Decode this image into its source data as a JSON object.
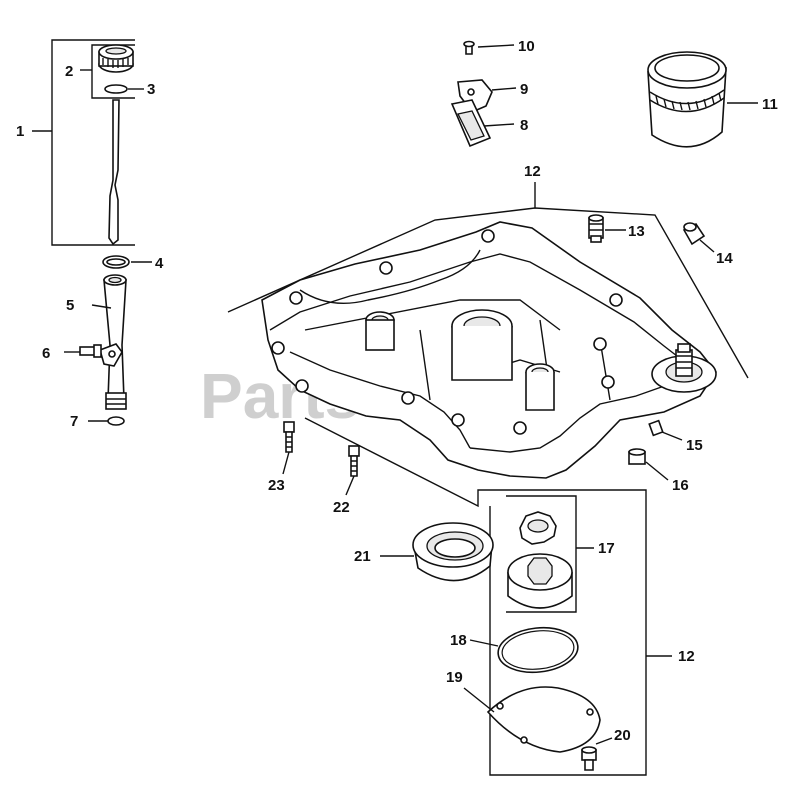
{
  "watermark": "PartsTree",
  "callouts": [
    "1",
    "2",
    "3",
    "4",
    "5",
    "6",
    "7",
    "8",
    "9",
    "10",
    "11",
    "12",
    "12",
    "13",
    "14",
    "15",
    "16",
    "17",
    "18",
    "19",
    "20",
    "21",
    "22",
    "23"
  ]
}
